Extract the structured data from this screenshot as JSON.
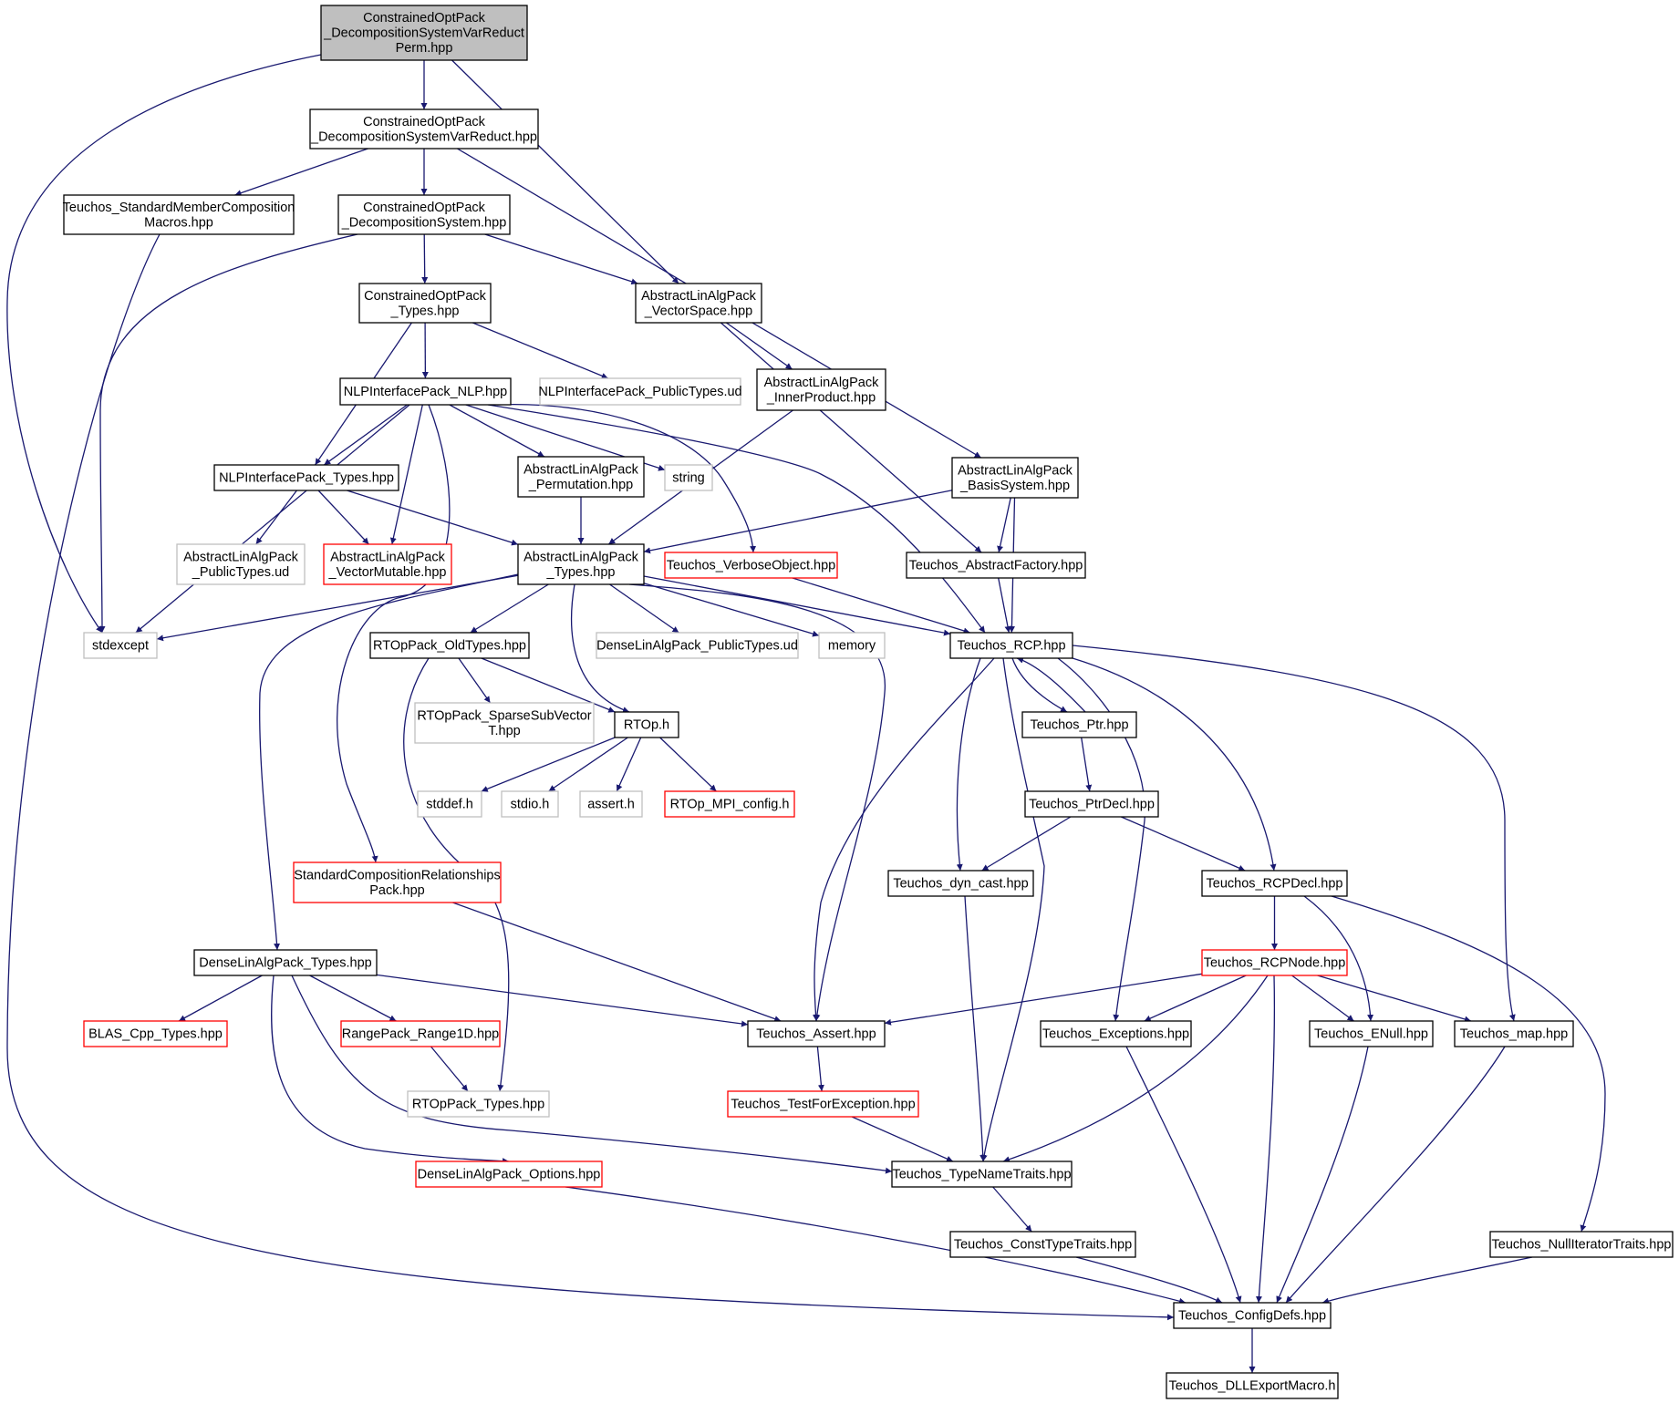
{
  "colors": {
    "edge": "#191970",
    "root_fill": "#bfbfbf",
    "normal_border": "#000000",
    "truncated_border": "#ff0000",
    "external_border": "#bfbfbf"
  },
  "nodes": {
    "root": {
      "lines": [
        "ConstrainedOptPack",
        "_DecompositionSystemVarReduct",
        "Perm.hpp"
      ],
      "kind": "root"
    },
    "dsvr": {
      "lines": [
        "ConstrainedOptPack",
        "_DecompositionSystemVarReduct.hpp"
      ],
      "kind": "normal"
    },
    "tsmc": {
      "lines": [
        "Teuchos_StandardMemberComposition",
        "Macros.hpp"
      ],
      "kind": "normal"
    },
    "ds": {
      "lines": [
        "ConstrainedOptPack",
        "_DecompositionSystem.hpp"
      ],
      "kind": "normal"
    },
    "cotypes": {
      "lines": [
        "ConstrainedOptPack",
        "_Types.hpp"
      ],
      "kind": "normal"
    },
    "vspace": {
      "lines": [
        "AbstractLinAlgPack",
        "_VectorSpace.hpp"
      ],
      "kind": "normal"
    },
    "nlp": {
      "lines": [
        "NLPInterfacePack_NLP.hpp"
      ],
      "kind": "normal"
    },
    "nlppub": {
      "lines": [
        "NLPInterfacePack_PublicTypes.ud"
      ],
      "kind": "external"
    },
    "inner": {
      "lines": [
        "AbstractLinAlgPack",
        "_InnerProduct.hpp"
      ],
      "kind": "normal"
    },
    "nlptypes": {
      "lines": [
        "NLPInterfacePack_Types.hpp"
      ],
      "kind": "normal"
    },
    "perm": {
      "lines": [
        "AbstractLinAlgPack",
        "_Permutation.hpp"
      ],
      "kind": "normal"
    },
    "string": {
      "lines": [
        "string"
      ],
      "kind": "external"
    },
    "basis": {
      "lines": [
        "AbstractLinAlgPack",
        "_BasisSystem.hpp"
      ],
      "kind": "normal"
    },
    "alapub": {
      "lines": [
        "AbstractLinAlgPack",
        "_PublicTypes.ud"
      ],
      "kind": "external"
    },
    "vecmut": {
      "lines": [
        "AbstractLinAlgPack",
        "_VectorMutable.hpp"
      ],
      "kind": "truncated"
    },
    "alatypes": {
      "lines": [
        "AbstractLinAlgPack",
        "_Types.hpp"
      ],
      "kind": "normal"
    },
    "verbose": {
      "lines": [
        "Teuchos_VerboseObject.hpp"
      ],
      "kind": "truncated"
    },
    "absfact": {
      "lines": [
        "Teuchos_AbstractFactory.hpp"
      ],
      "kind": "normal"
    },
    "stdexcept": {
      "lines": [
        "stdexcept"
      ],
      "kind": "external"
    },
    "rtopold": {
      "lines": [
        "RTOpPack_OldTypes.hpp"
      ],
      "kind": "normal"
    },
    "dlapub": {
      "lines": [
        "DenseLinAlgPack_PublicTypes.ud"
      ],
      "kind": "external"
    },
    "memory": {
      "lines": [
        "memory"
      ],
      "kind": "external"
    },
    "rcp": {
      "lines": [
        "Teuchos_RCP.hpp"
      ],
      "kind": "normal"
    },
    "sparse": {
      "lines": [
        "RTOpPack_SparseSubVector",
        "T.hpp"
      ],
      "kind": "external"
    },
    "rtoph": {
      "lines": [
        "RTOp.h"
      ],
      "kind": "normal"
    },
    "ptr": {
      "lines": [
        "Teuchos_Ptr.hpp"
      ],
      "kind": "normal"
    },
    "stddef": {
      "lines": [
        "stddef.h"
      ],
      "kind": "external"
    },
    "stdio": {
      "lines": [
        "stdio.h"
      ],
      "kind": "external"
    },
    "assert": {
      "lines": [
        "assert.h"
      ],
      "kind": "external"
    },
    "mpiconf": {
      "lines": [
        "RTOp_MPI_config.h"
      ],
      "kind": "truncated"
    },
    "ptrdecl": {
      "lines": [
        "Teuchos_PtrDecl.hpp"
      ],
      "kind": "normal"
    },
    "scrp": {
      "lines": [
        "StandardCompositionRelationships",
        "Pack.hpp"
      ],
      "kind": "truncated"
    },
    "dyncast": {
      "lines": [
        "Teuchos_dyn_cast.hpp"
      ],
      "kind": "normal"
    },
    "rcpdecl": {
      "lines": [
        "Teuchos_RCPDecl.hpp"
      ],
      "kind": "normal"
    },
    "dlatypes": {
      "lines": [
        "DenseLinAlgPack_Types.hpp"
      ],
      "kind": "normal"
    },
    "rcpnode": {
      "lines": [
        "Teuchos_RCPNode.hpp"
      ],
      "kind": "truncated"
    },
    "blas": {
      "lines": [
        "BLAS_Cpp_Types.hpp"
      ],
      "kind": "truncated"
    },
    "range": {
      "lines": [
        "RangePack_Range1D.hpp"
      ],
      "kind": "truncated"
    },
    "tassert": {
      "lines": [
        "Teuchos_Assert.hpp"
      ],
      "kind": "normal"
    },
    "texc": {
      "lines": [
        "Teuchos_Exceptions.hpp"
      ],
      "kind": "normal"
    },
    "enull": {
      "lines": [
        "Teuchos_ENull.hpp"
      ],
      "kind": "normal"
    },
    "tmap": {
      "lines": [
        "Teuchos_map.hpp"
      ],
      "kind": "normal"
    },
    "rtoptypes": {
      "lines": [
        "RTOpPack_Types.hpp"
      ],
      "kind": "external"
    },
    "testfor": {
      "lines": [
        "Teuchos_TestForException.hpp"
      ],
      "kind": "truncated"
    },
    "dlaopt": {
      "lines": [
        "DenseLinAlgPack_Options.hpp"
      ],
      "kind": "truncated"
    },
    "tnt": {
      "lines": [
        "Teuchos_TypeNameTraits.hpp"
      ],
      "kind": "normal"
    },
    "ctt": {
      "lines": [
        "Teuchos_ConstTypeTraits.hpp"
      ],
      "kind": "normal"
    },
    "nit": {
      "lines": [
        "Teuchos_NullIteratorTraits.hpp"
      ],
      "kind": "normal"
    },
    "cdefs": {
      "lines": [
        "Teuchos_ConfigDefs.hpp"
      ],
      "kind": "normal"
    },
    "dll": {
      "lines": [
        "Teuchos_DLLExportMacro.h"
      ],
      "kind": "normal"
    }
  },
  "edges": [
    [
      "root",
      "dsvr"
    ],
    [
      "root",
      "vspace"
    ],
    [
      "root",
      "stdexcept"
    ],
    [
      "dsvr",
      "tsmc"
    ],
    [
      "dsvr",
      "ds"
    ],
    [
      "dsvr",
      "basis"
    ],
    [
      "tsmc",
      "cdefs"
    ],
    [
      "ds",
      "cotypes"
    ],
    [
      "ds",
      "vspace"
    ],
    [
      "ds",
      "stdexcept"
    ],
    [
      "cotypes",
      "nlp"
    ],
    [
      "cotypes",
      "nlppub"
    ],
    [
      "cotypes",
      "nlptypes"
    ],
    [
      "vspace",
      "inner"
    ],
    [
      "vspace",
      "absfact"
    ],
    [
      "inner",
      "alatypes"
    ],
    [
      "nlp",
      "nlptypes"
    ],
    [
      "nlp",
      "perm"
    ],
    [
      "nlp",
      "string"
    ],
    [
      "nlp",
      "verbose"
    ],
    [
      "nlp",
      "rcp"
    ],
    [
      "nlp",
      "stdexcept"
    ],
    [
      "nlp",
      "vecmut"
    ],
    [
      "nlp",
      "scrp"
    ],
    [
      "nlptypes",
      "alapub"
    ],
    [
      "nlptypes",
      "vecmut"
    ],
    [
      "nlptypes",
      "alatypes"
    ],
    [
      "perm",
      "alatypes"
    ],
    [
      "basis",
      "alatypes"
    ],
    [
      "basis",
      "absfact"
    ],
    [
      "basis",
      "rcp"
    ],
    [
      "alatypes",
      "stdexcept"
    ],
    [
      "alatypes",
      "rtopold"
    ],
    [
      "alatypes",
      "dlapub"
    ],
    [
      "alatypes",
      "memory"
    ],
    [
      "alatypes",
      "rcp"
    ],
    [
      "alatypes",
      "rtoph"
    ],
    [
      "alatypes",
      "tassert"
    ],
    [
      "alatypes",
      "dlatypes"
    ],
    [
      "verbose",
      "rcp"
    ],
    [
      "absfact",
      "rcp"
    ],
    [
      "rtopold",
      "sparse"
    ],
    [
      "rtopold",
      "rtoph"
    ],
    [
      "rtopold",
      "rtoptypes"
    ],
    [
      "rtoph",
      "stddef"
    ],
    [
      "rtoph",
      "stdio"
    ],
    [
      "rtoph",
      "assert"
    ],
    [
      "rtoph",
      "mpiconf"
    ],
    [
      "rcp",
      "ptr"
    ],
    [
      "rcp",
      "tassert"
    ],
    [
      "rcp",
      "dyncast"
    ],
    [
      "rcp",
      "tnt"
    ],
    [
      "rcp",
      "texc"
    ],
    [
      "rcp",
      "rcpdecl"
    ],
    [
      "rcp",
      "tmap"
    ],
    [
      "ptr",
      "rcp"
    ],
    [
      "ptr",
      "ptrdecl"
    ],
    [
      "ptrdecl",
      "dyncast"
    ],
    [
      "ptrdecl",
      "rcpdecl"
    ],
    [
      "scrp",
      "tassert"
    ],
    [
      "dyncast",
      "tnt"
    ],
    [
      "rcpdecl",
      "rcpnode"
    ],
    [
      "rcpdecl",
      "enull"
    ],
    [
      "rcpdecl",
      "nit"
    ],
    [
      "dlatypes",
      "blas"
    ],
    [
      "dlatypes",
      "range"
    ],
    [
      "dlatypes",
      "tassert"
    ],
    [
      "dlatypes",
      "dlaopt"
    ],
    [
      "dlatypes",
      "tnt"
    ],
    [
      "rcpnode",
      "tassert"
    ],
    [
      "rcpnode",
      "texc"
    ],
    [
      "rcpnode",
      "enull"
    ],
    [
      "rcpnode",
      "tmap"
    ],
    [
      "rcpnode",
      "tnt"
    ],
    [
      "rcpnode",
      "cdefs"
    ],
    [
      "range",
      "rtoptypes"
    ],
    [
      "tassert",
      "testfor"
    ],
    [
      "testfor",
      "tnt"
    ],
    [
      "texc",
      "cdefs"
    ],
    [
      "enull",
      "cdefs"
    ],
    [
      "tmap",
      "cdefs"
    ],
    [
      "dlaopt",
      "cdefs"
    ],
    [
      "tnt",
      "ctt"
    ],
    [
      "ctt",
      "cdefs"
    ],
    [
      "nit",
      "cdefs"
    ],
    [
      "cdefs",
      "dll"
    ]
  ]
}
